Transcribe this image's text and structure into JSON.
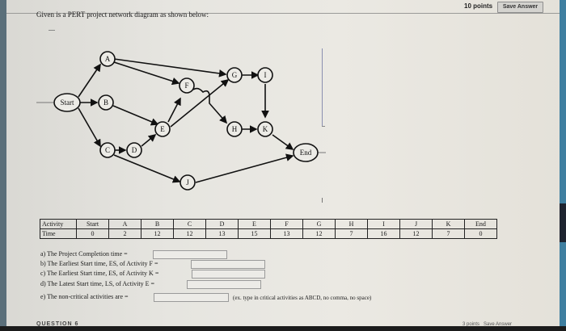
{
  "header": {
    "points": "10 points",
    "save_label": "Save Answer"
  },
  "question": {
    "prompt": "Given is a PERT project network diagram as shown below:"
  },
  "diagram": {
    "nodes": [
      {
        "id": "Start",
        "label": "Start"
      },
      {
        "id": "A",
        "label": "A"
      },
      {
        "id": "B",
        "label": "B"
      },
      {
        "id": "C",
        "label": "C"
      },
      {
        "id": "D",
        "label": "D"
      },
      {
        "id": "E",
        "label": "E"
      },
      {
        "id": "F",
        "label": "F"
      },
      {
        "id": "G",
        "label": "G"
      },
      {
        "id": "H",
        "label": "H"
      },
      {
        "id": "I",
        "label": "I"
      },
      {
        "id": "J",
        "label": "J"
      },
      {
        "id": "K",
        "label": "K"
      },
      {
        "id": "End",
        "label": "End"
      }
    ],
    "edges": [
      [
        "Start",
        "A"
      ],
      [
        "Start",
        "B"
      ],
      [
        "Start",
        "C"
      ],
      [
        "A",
        "G"
      ],
      [
        "A",
        "F"
      ],
      [
        "B",
        "E"
      ],
      [
        "C",
        "D"
      ],
      [
        "C",
        "J"
      ],
      [
        "D",
        "E"
      ],
      [
        "E",
        "F"
      ],
      [
        "E",
        "G"
      ],
      [
        "F",
        "H"
      ],
      [
        "G",
        "I"
      ],
      [
        "I",
        "K"
      ],
      [
        "H",
        "K"
      ],
      [
        "K",
        "End"
      ],
      [
        "J",
        "End"
      ]
    ]
  },
  "table": {
    "row1_label": "Activity",
    "row2_label": "Time",
    "activities": [
      "Start",
      "A",
      "B",
      "C",
      "D",
      "E",
      "F",
      "G",
      "H",
      "I",
      "J",
      "K",
      "End"
    ],
    "times": [
      "0",
      "2",
      "12",
      "12",
      "13",
      "15",
      "13",
      "12",
      "7",
      "16",
      "12",
      "7",
      "0"
    ]
  },
  "questions": [
    {
      "label": "a) The Project Completion time =",
      "value": ""
    },
    {
      "label": "b) The Earliest Start time, ES, of Activity F =",
      "value": ""
    },
    {
      "label": "c) The Earliest Start time, ES, of Activity K =",
      "value": ""
    },
    {
      "label": "d) The Latest Start time, LS, of Activity E =",
      "value": ""
    },
    {
      "label": "e) The non-critical activities are =",
      "value": ""
    }
  ],
  "hint": "(ex. type in critical activities as ABCD, no comma, no space)",
  "footer": {
    "next_question": "QUESTION 6",
    "next_points": "3 points",
    "next_save": "Save Answer"
  }
}
